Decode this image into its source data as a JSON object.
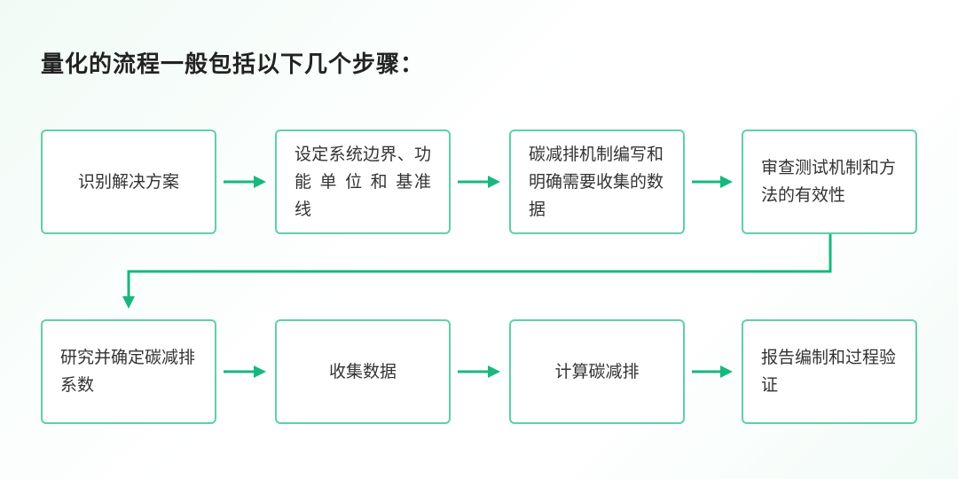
{
  "title": "量化的流程一般包括以下几个步骤：",
  "colors": {
    "accent": "#18b77e",
    "border": "#5fd0a8",
    "text": "#333333",
    "title": "#222222"
  },
  "steps": [
    {
      "label": "识别解决方案"
    },
    {
      "label": "设定系统边界、功 能 单 位 和 基准线"
    },
    {
      "label": "碳减排机制编写和明确需要收集的数据"
    },
    {
      "label": "审查测试机制和方法的有效性"
    },
    {
      "label": "研究并确定碳减排系数"
    },
    {
      "label": "收集数据"
    },
    {
      "label": "计算碳减排"
    },
    {
      "label": "报告编制和过程验证"
    }
  ]
}
